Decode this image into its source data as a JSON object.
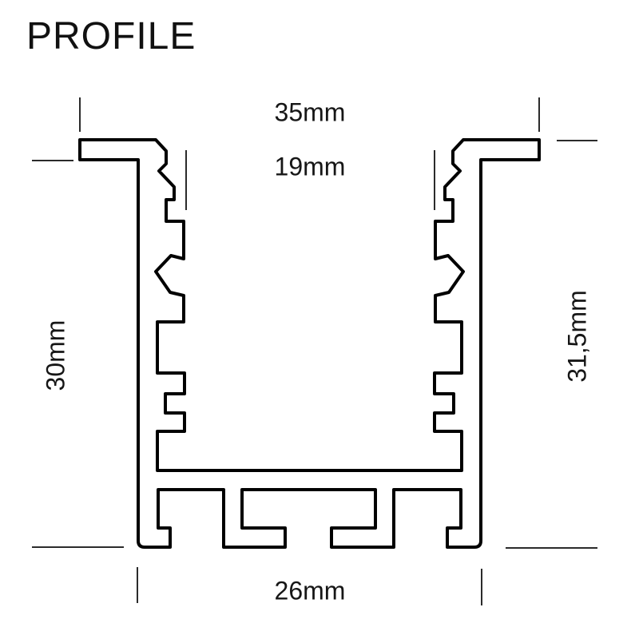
{
  "title": "PROFILE",
  "colors": {
    "outline": "#000000",
    "dimension_lines": "#2b2b2b",
    "text": "#161616",
    "background": "#ffffff"
  },
  "dimensions": {
    "top_width": {
      "label": "35mm",
      "orientation": "horizontal",
      "position": "top-outer-width"
    },
    "inner_width": {
      "label": "19mm",
      "orientation": "horizontal",
      "position": "top-inner-width"
    },
    "left_height": {
      "label": "30mm",
      "orientation": "vertical",
      "position": "left-height-below-flange"
    },
    "right_height": {
      "label": "31,5mm",
      "orientation": "vertical",
      "position": "right-total-height"
    },
    "bottom_width": {
      "label": "26mm",
      "orientation": "horizontal",
      "position": "bottom-outer-width"
    }
  }
}
